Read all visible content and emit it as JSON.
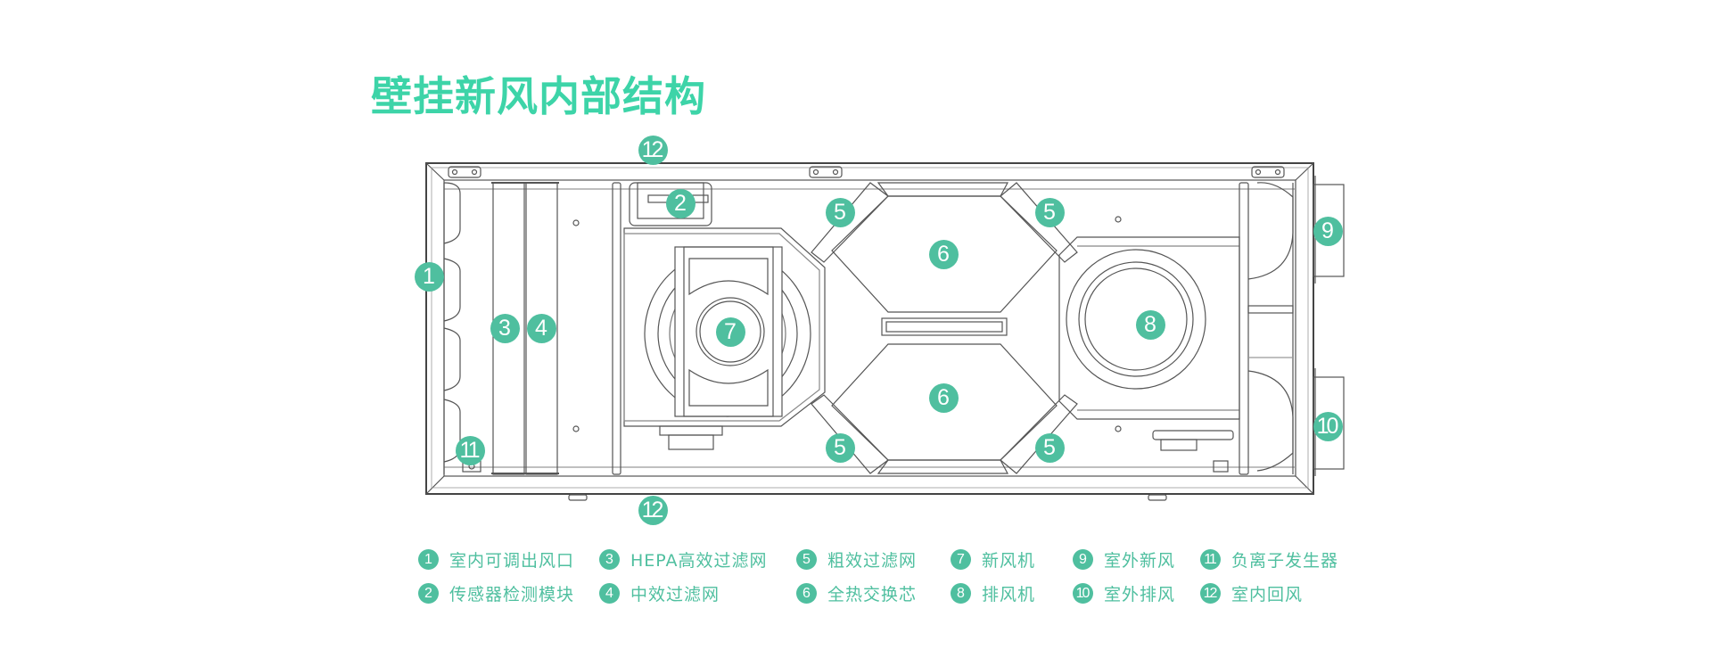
{
  "title": "壁挂新风内部结构",
  "colors": {
    "title": "#3dd4a8",
    "badge": "#4fbf9f",
    "line": "#555555"
  },
  "callouts": [
    {
      "num": "12",
      "part": "室内回风",
      "position": "top"
    },
    {
      "num": "2",
      "part": "传感器检测模块"
    },
    {
      "num": "1",
      "part": "室内可调出风口"
    },
    {
      "num": "3",
      "part": "HEPA高效过滤网"
    },
    {
      "num": "4",
      "part": "中效过滤网"
    },
    {
      "num": "7",
      "part": "新风机"
    },
    {
      "num": "5",
      "part": "粗效过滤网",
      "position": "upper-left"
    },
    {
      "num": "5",
      "part": "粗效过滤网",
      "position": "upper-right"
    },
    {
      "num": "6",
      "part": "全热交换芯",
      "position": "upper"
    },
    {
      "num": "6",
      "part": "全热交换芯",
      "position": "lower"
    },
    {
      "num": "8",
      "part": "排风机"
    },
    {
      "num": "9",
      "part": "室外新风"
    },
    {
      "num": "10",
      "part": "室外排风"
    },
    {
      "num": "5",
      "part": "粗效过滤网",
      "position": "lower-left"
    },
    {
      "num": "5",
      "part": "粗效过滤网",
      "position": "lower-right"
    },
    {
      "num": "11",
      "part": "负离子发生器"
    },
    {
      "num": "12",
      "part": "室内回风",
      "position": "bottom"
    }
  ],
  "legend": [
    {
      "num": "1",
      "label": "室内可调出风口"
    },
    {
      "num": "2",
      "label": "传感器检测模块"
    },
    {
      "num": "3",
      "label": "HEPA高效过滤网"
    },
    {
      "num": "4",
      "label": "中效过滤网"
    },
    {
      "num": "5",
      "label": "粗效过滤网"
    },
    {
      "num": "6",
      "label": "全热交换芯"
    },
    {
      "num": "7",
      "label": "新风机"
    },
    {
      "num": "8",
      "label": "排风机"
    },
    {
      "num": "9",
      "label": "室外新风"
    },
    {
      "num": "10",
      "label": "室外排风"
    },
    {
      "num": "11",
      "label": "负离子发生器"
    },
    {
      "num": "12",
      "label": "室内回风"
    }
  ]
}
